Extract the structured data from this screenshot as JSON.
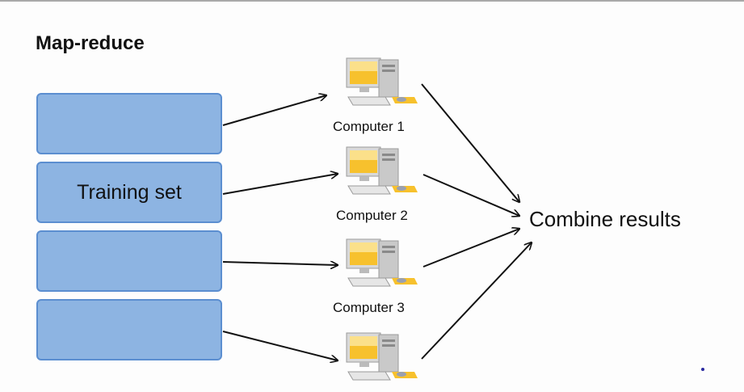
{
  "title": "Map-reduce",
  "training_set": {
    "label": "Training set",
    "partitions": 4,
    "labeled_partition_index": 1
  },
  "computers": [
    {
      "label": "Computer 1"
    },
    {
      "label": "Computer 2"
    },
    {
      "label": "Computer 3"
    },
    {
      "label": ""
    }
  ],
  "combine": {
    "label": "Combine results"
  },
  "colors": {
    "box_fill": "#8db4e2",
    "box_border": "#5b8ed0",
    "screen": "#f7c12d",
    "arrow": "#111111"
  }
}
